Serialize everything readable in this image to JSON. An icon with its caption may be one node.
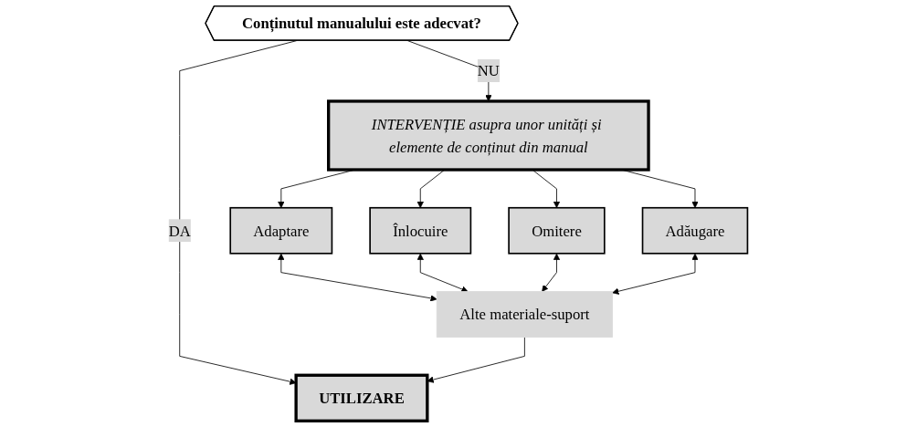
{
  "diagram": {
    "nodes": [
      {
        "text": [
          "Conținutul manualului este adecvat?"
        ]
      },
      {
        "text": [
          "UTILIZARE"
        ]
      },
      {
        "text": [
          "INTERVENȚIE asupra unor unități și elemente de conținut din manual"
        ]
      },
      {
        "text": [
          "Adaptare"
        ]
      },
      {
        "text": [
          "Înlocuire"
        ]
      },
      {
        "text": [
          "Omitere"
        ]
      },
      {
        "text": [
          "Adăugare"
        ]
      },
      {
        "text": [
          "Alte materiale-suport"
        ]
      }
    ],
    "edges": [
      {
        "from": 0,
        "to": 1,
        "arrow": "to",
        "label": "DA"
      },
      {
        "from": 0,
        "to": 2,
        "arrow": "to",
        "label": "NU"
      },
      {
        "from": 2,
        "to": 3,
        "arrow": "to"
      },
      {
        "from": 2,
        "to": 4,
        "arrow": "to"
      },
      {
        "from": 2,
        "to": 5,
        "arrow": "to"
      },
      {
        "from": 2,
        "to": 6,
        "arrow": "to"
      },
      {
        "from": 3,
        "to": 7,
        "arrow": "both"
      },
      {
        "from": 4,
        "to": 7,
        "arrow": "both"
      },
      {
        "from": 5,
        "to": 7,
        "arrow": "both"
      },
      {
        "from": 6,
        "to": 7,
        "arrow": "both"
      },
      {
        "from": 7,
        "to": 1,
        "arrow": "to"
      }
    ]
  }
}
